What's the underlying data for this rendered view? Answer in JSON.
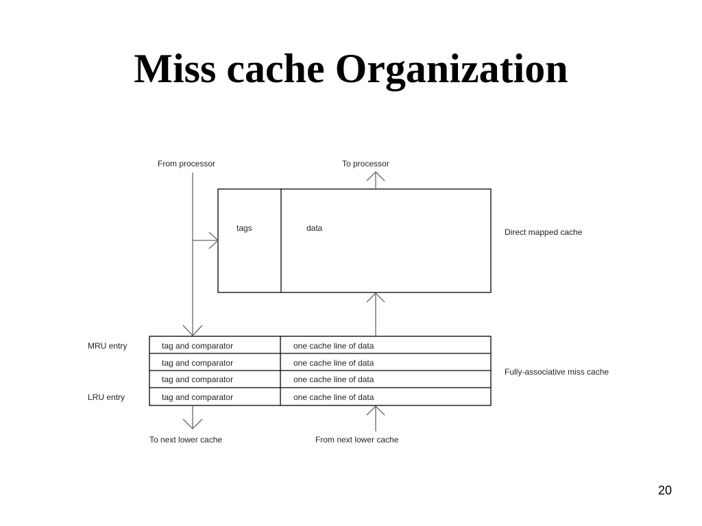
{
  "slide": {
    "title": "Miss cache Organization",
    "page_number": "20"
  },
  "diagram": {
    "from_processor": "From processor",
    "to_processor": "To processor",
    "tags": "tags",
    "data": "data",
    "direct_mapped_cache": "Direct mapped cache",
    "mru_entry": "MRU entry",
    "lru_entry": "LRU entry",
    "fully_associative_miss_cache": "Fully-associative miss cache",
    "to_next_lower_cache": "To next lower cache",
    "from_next_lower_cache": "From next lower cache",
    "miss_cache_rows": [
      {
        "tag": "tag and comparator",
        "line": "one cache line of data"
      },
      {
        "tag": "tag and comparator",
        "line": "one cache line of data"
      },
      {
        "tag": "tag and comparator",
        "line": "one cache line of data"
      },
      {
        "tag": "tag and comparator",
        "line": "one cache line of data"
      }
    ]
  }
}
